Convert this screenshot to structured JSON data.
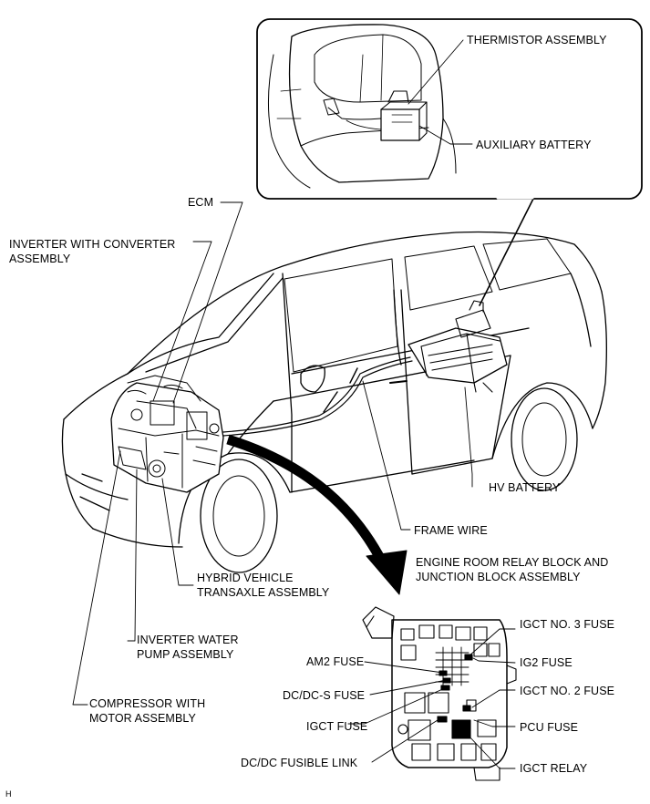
{
  "labels": {
    "thermistor": "THERMISTOR ASSEMBLY",
    "aux_battery": "AUXILIARY BATTERY",
    "ecm": "ECM",
    "inverter_line1": "INVERTER WITH CONVERTER",
    "inverter_line2": "ASSEMBLY",
    "hv_battery": "HV BATTERY",
    "frame_wire": "FRAME WIRE",
    "relay_block_line1": "ENGINE ROOM RELAY BLOCK AND",
    "relay_block_line2": "JUNCTION BLOCK ASSEMBLY",
    "transaxle_line1": "HYBRID VEHICLE",
    "transaxle_line2": "TRANSAXLE ASSEMBLY",
    "pump_line1": "INVERTER WATER",
    "pump_line2": "PUMP ASSEMBLY",
    "compressor_line1": "COMPRESSOR WITH",
    "compressor_line2": "MOTOR ASSEMBLY",
    "igct3": "IGCT NO. 3 FUSE",
    "ig2": "IG2 FUSE",
    "am2": "AM2 FUSE",
    "igct2": "IGCT NO. 2 FUSE",
    "dcdcs": "DC/DC-S FUSE",
    "pcu": "PCU FUSE",
    "igct": "IGCT FUSE",
    "dcdc_link": "DC/DC FUSIBLE LINK",
    "igct_relay": "IGCT RELAY"
  },
  "footer_code": "H"
}
